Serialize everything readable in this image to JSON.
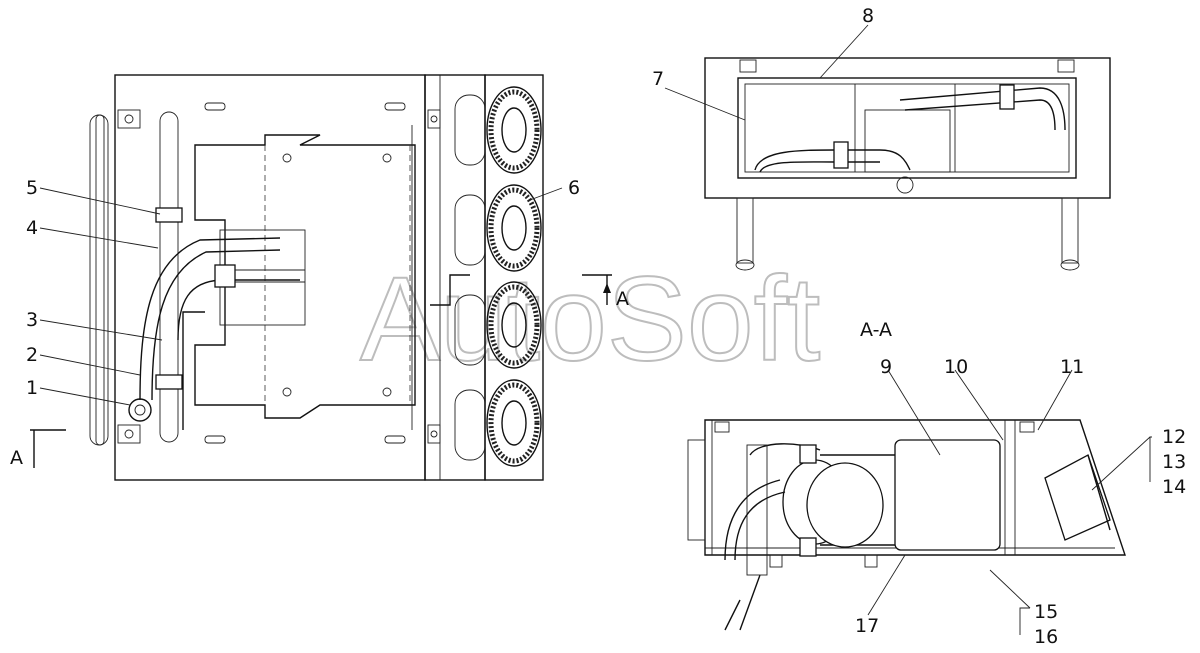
{
  "watermark": "AutoSoft",
  "section_label": "A-A",
  "section_marker": "A",
  "callouts": {
    "c1": "1",
    "c2": "2",
    "c3": "3",
    "c4": "4",
    "c5": "5",
    "c6": "6",
    "c7": "7",
    "c8": "8",
    "c9": "9",
    "c10": "10",
    "c11": "11",
    "c12": "12",
    "c13": "13",
    "c14": "14",
    "c15": "15",
    "c16": "16",
    "c17": "17"
  }
}
